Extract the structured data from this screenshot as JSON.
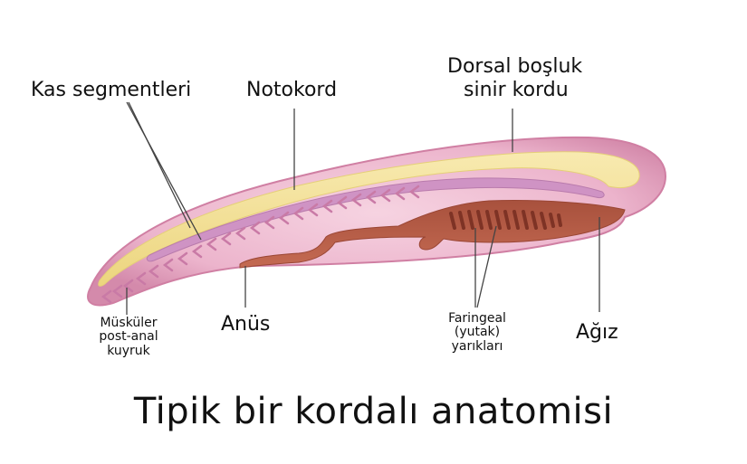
{
  "diagram": {
    "title": "Tipik bir kordalı anatomisi",
    "labels": {
      "muscle_segments": "Kas segmentleri",
      "notochord": "Notokord",
      "dorsal_nerve_cord_line1": "Dorsal boşluk",
      "dorsal_nerve_cord_line2": "sinir kordu",
      "tail_line1": "Müsküler",
      "tail_line2": "post-anal",
      "tail_line3": "kuyruk",
      "anus": "Anüs",
      "pharyngeal_line1": "Faringeal",
      "pharyngeal_line2": "(yutak)",
      "pharyngeal_line3": "yarıkları",
      "mouth": "Ağız"
    },
    "colors": {
      "body_outer": "#d98fb0",
      "body_inner": "#f2c6d8",
      "nerve_cord": "#f3e29a",
      "notochord": "#c98bbf",
      "gut": "#b35a45",
      "gill_slits": "#8a3a2c",
      "chevrons": "#c679a4",
      "leader_lines": "#333333"
    }
  }
}
